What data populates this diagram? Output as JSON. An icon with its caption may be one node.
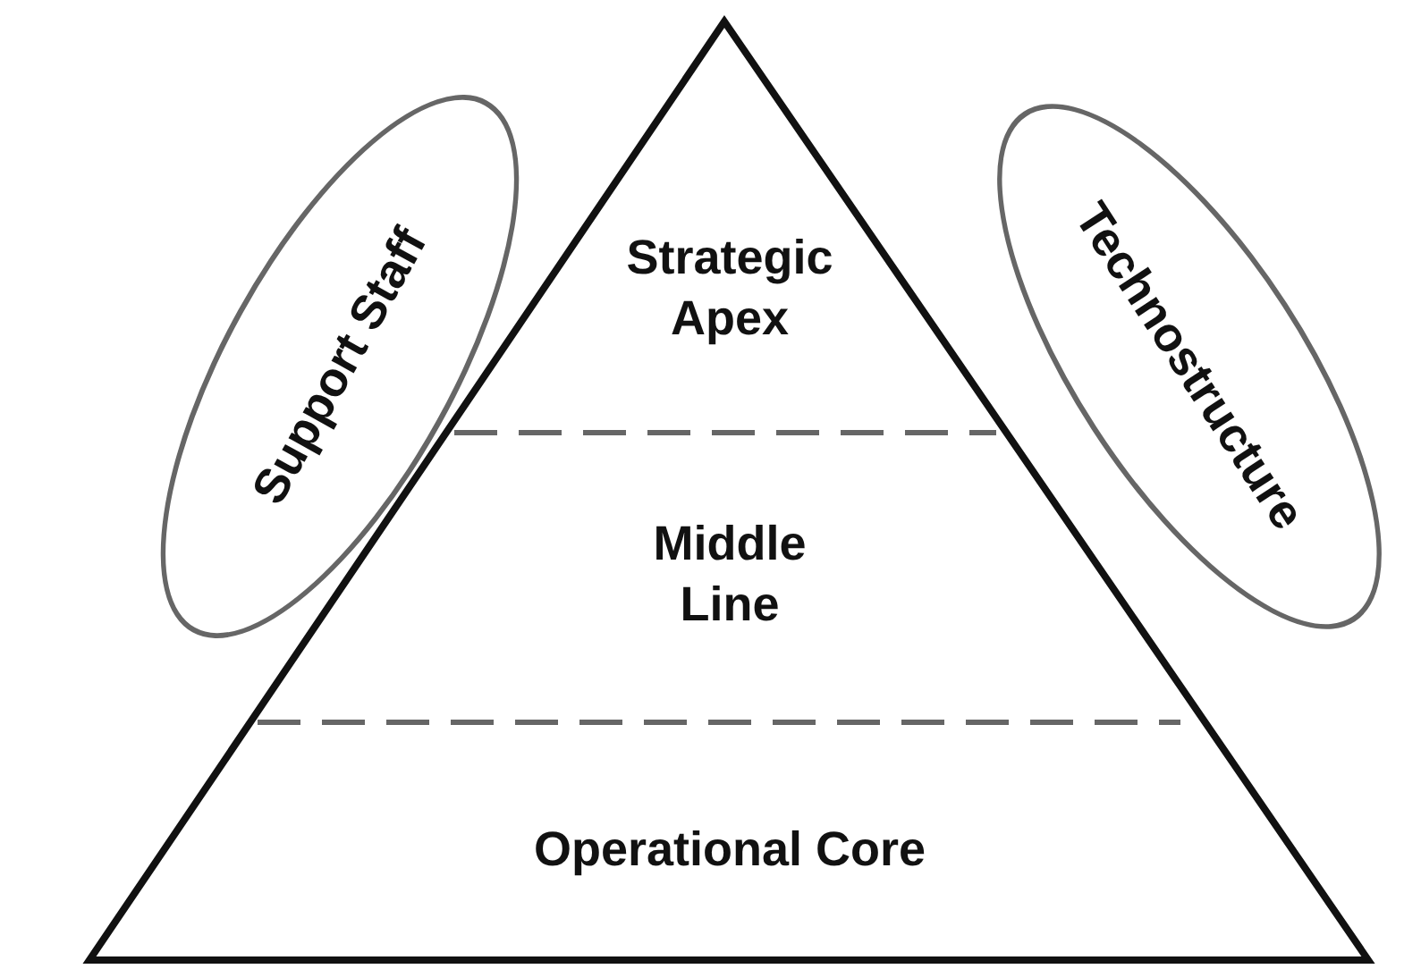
{
  "diagram": {
    "nodes": [
      {
        "text": [
          "Support Staff"
        ]
      },
      {
        "text": [
          "Strategic Apex"
        ]
      },
      {
        "text": [
          "Technostructure"
        ]
      },
      {
        "text": [
          "Middle Line"
        ]
      },
      {
        "text": [
          "Operational Core"
        ]
      }
    ]
  }
}
